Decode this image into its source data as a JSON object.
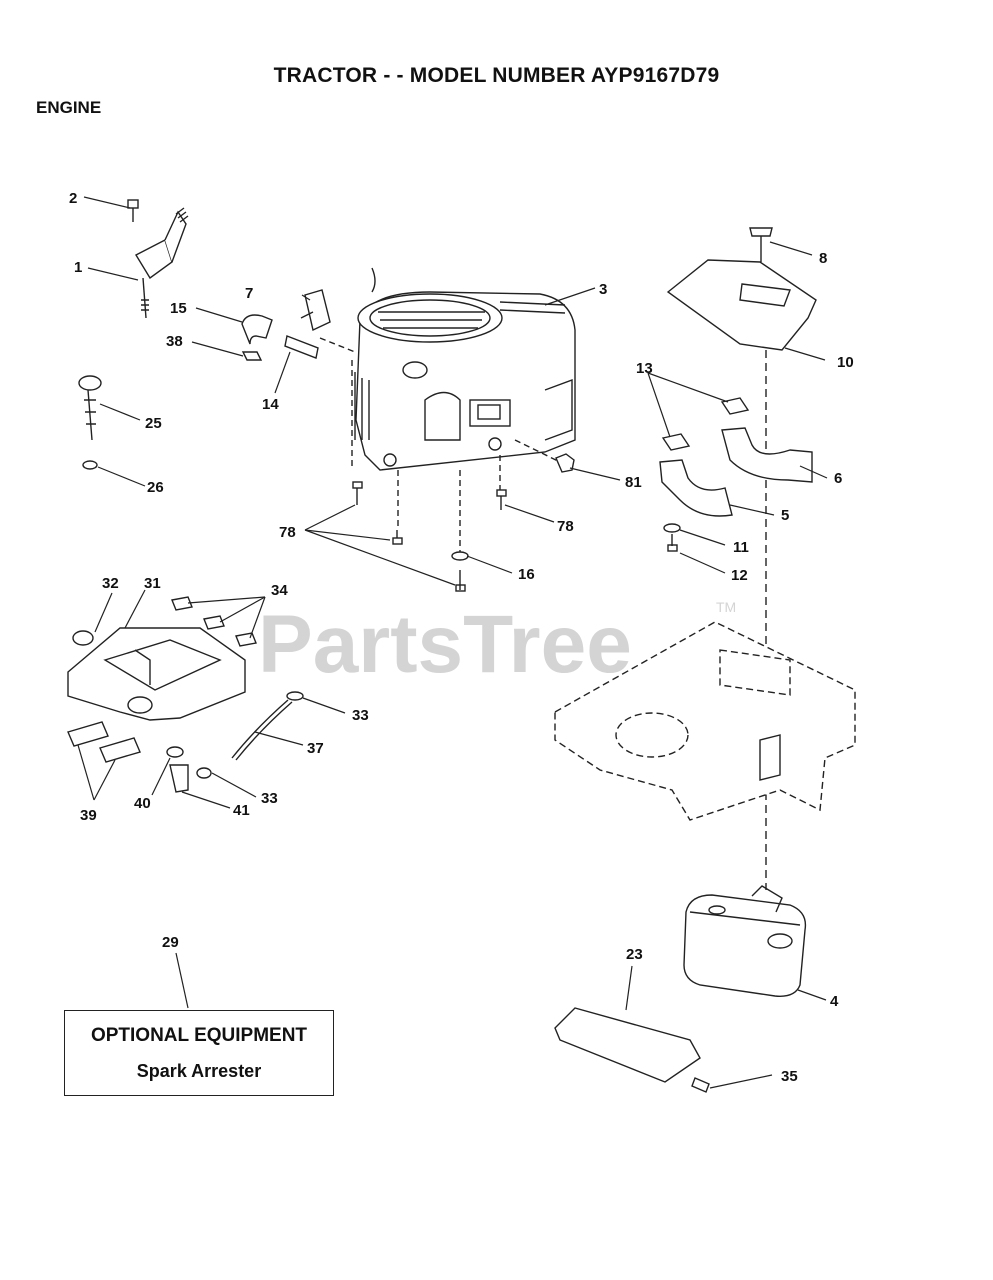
{
  "header": {
    "title": "TRACTOR - - MODEL NUMBER AYP9167D79",
    "section": "ENGINE"
  },
  "watermark": {
    "text": "PartsTree",
    "mark": "TM"
  },
  "callouts": [
    "1",
    "2",
    "3",
    "4",
    "5",
    "6",
    "7",
    "8",
    "10",
    "11",
    "12",
    "13",
    "14",
    "15",
    "16",
    "23",
    "25",
    "26",
    "29",
    "31",
    "32",
    "33",
    "33",
    "34",
    "35",
    "37",
    "38",
    "39",
    "40",
    "41",
    "78",
    "78",
    "81"
  ],
  "optional_box": {
    "title": "OPTIONAL EQUIPMENT",
    "item": "Spark Arrester"
  }
}
